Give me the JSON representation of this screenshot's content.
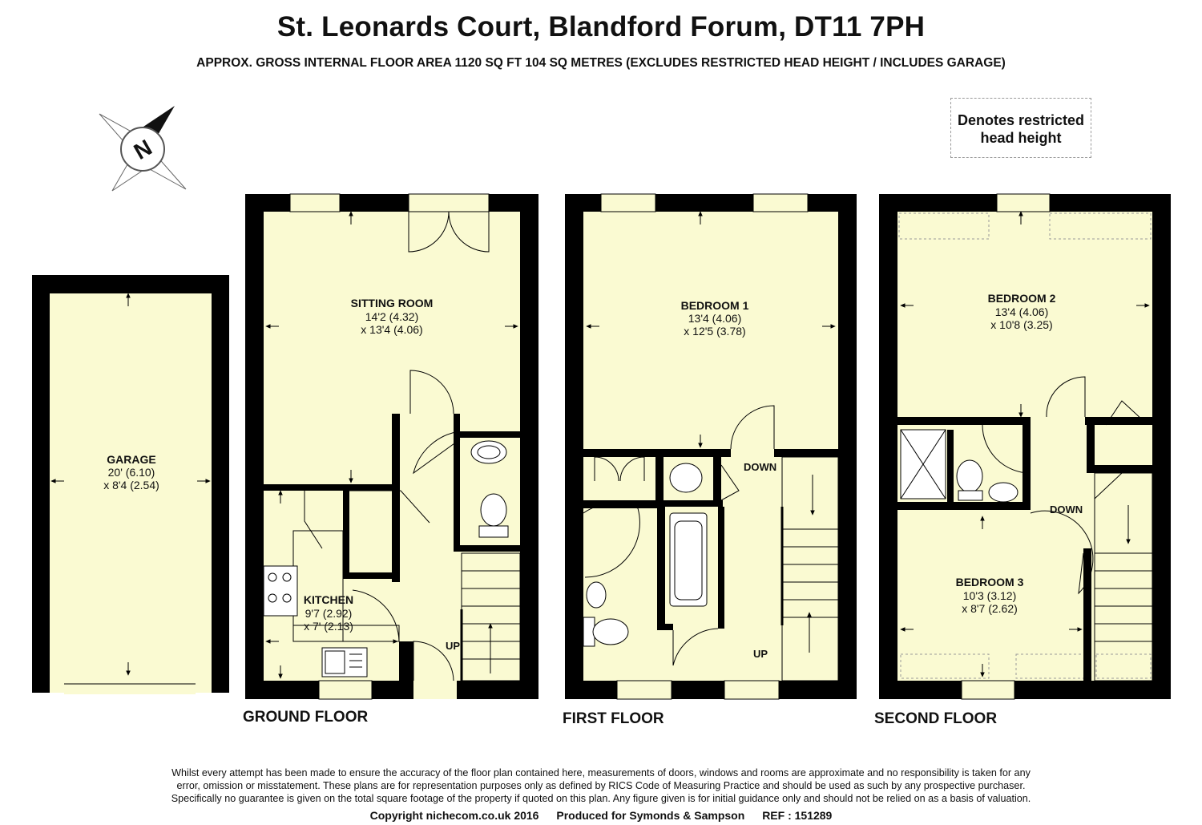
{
  "header": {
    "title": "St. Leonards Court, Blandford Forum, DT11 7PH",
    "subtitle": "APPROX. GROSS INTERNAL FLOOR AREA 1120 SQ FT 104 SQ METRES (EXCLUDES RESTRICTED HEAD HEIGHT / INCLUDES GARAGE)"
  },
  "compass": {
    "label": "N",
    "icon": "north-compass-icon"
  },
  "legend": {
    "line1": "Denotes restricted",
    "line2": "head height"
  },
  "colors": {
    "floor_fill": "#fafad2",
    "wall": "#000000",
    "restricted_dash": "#999999"
  },
  "floors": {
    "ground": {
      "label": "GROUND FLOOR"
    },
    "first": {
      "label": "FIRST FLOOR"
    },
    "second": {
      "label": "SECOND FLOOR"
    }
  },
  "rooms": {
    "garage": {
      "name": "GARAGE",
      "dim1": "20' (6.10)",
      "dim2": "x 8'4 (2.54)"
    },
    "sitting_room": {
      "name": "SITTING ROOM",
      "dim1": "14'2 (4.32)",
      "dim2": "x 13'4 (4.06)"
    },
    "kitchen": {
      "name": "KITCHEN",
      "dim1": "9'7 (2.92)",
      "dim2": "x 7' (2.13)"
    },
    "bedroom1": {
      "name": "BEDROOM 1",
      "dim1": "13'4 (4.06)",
      "dim2": "x 12'5 (3.78)"
    },
    "bedroom2": {
      "name": "BEDROOM 2",
      "dim1": "13'4 (4.06)",
      "dim2": "x 10'8 (3.25)"
    },
    "bedroom3": {
      "name": "BEDROOM 3",
      "dim1": "10'3 (3.12)",
      "dim2": "x 8'7 (2.62)"
    }
  },
  "stairs": {
    "up": "UP",
    "down": "DOWN"
  },
  "disclaimer": {
    "line1": "Whilst every attempt has been made to ensure the accuracy of the floor plan contained here, measurements of doors, windows and rooms are approximate and no responsibility is taken for any",
    "line2": "error, omission or misstatement. These plans are for representation purposes only as defined by RICS Code of Measuring Practice and should be used as such by any prospective purchaser.",
    "line3": "Specifically no guarantee is given on the total square footage of the property if quoted on this plan. Any figure given is for initial guidance only and should not be relied on as a basis of valuation."
  },
  "footer": {
    "copyright": "Copyright nichecom.co.uk 2016",
    "produced": "Produced for Symonds & Sampson",
    "ref": "REF : 151289"
  }
}
